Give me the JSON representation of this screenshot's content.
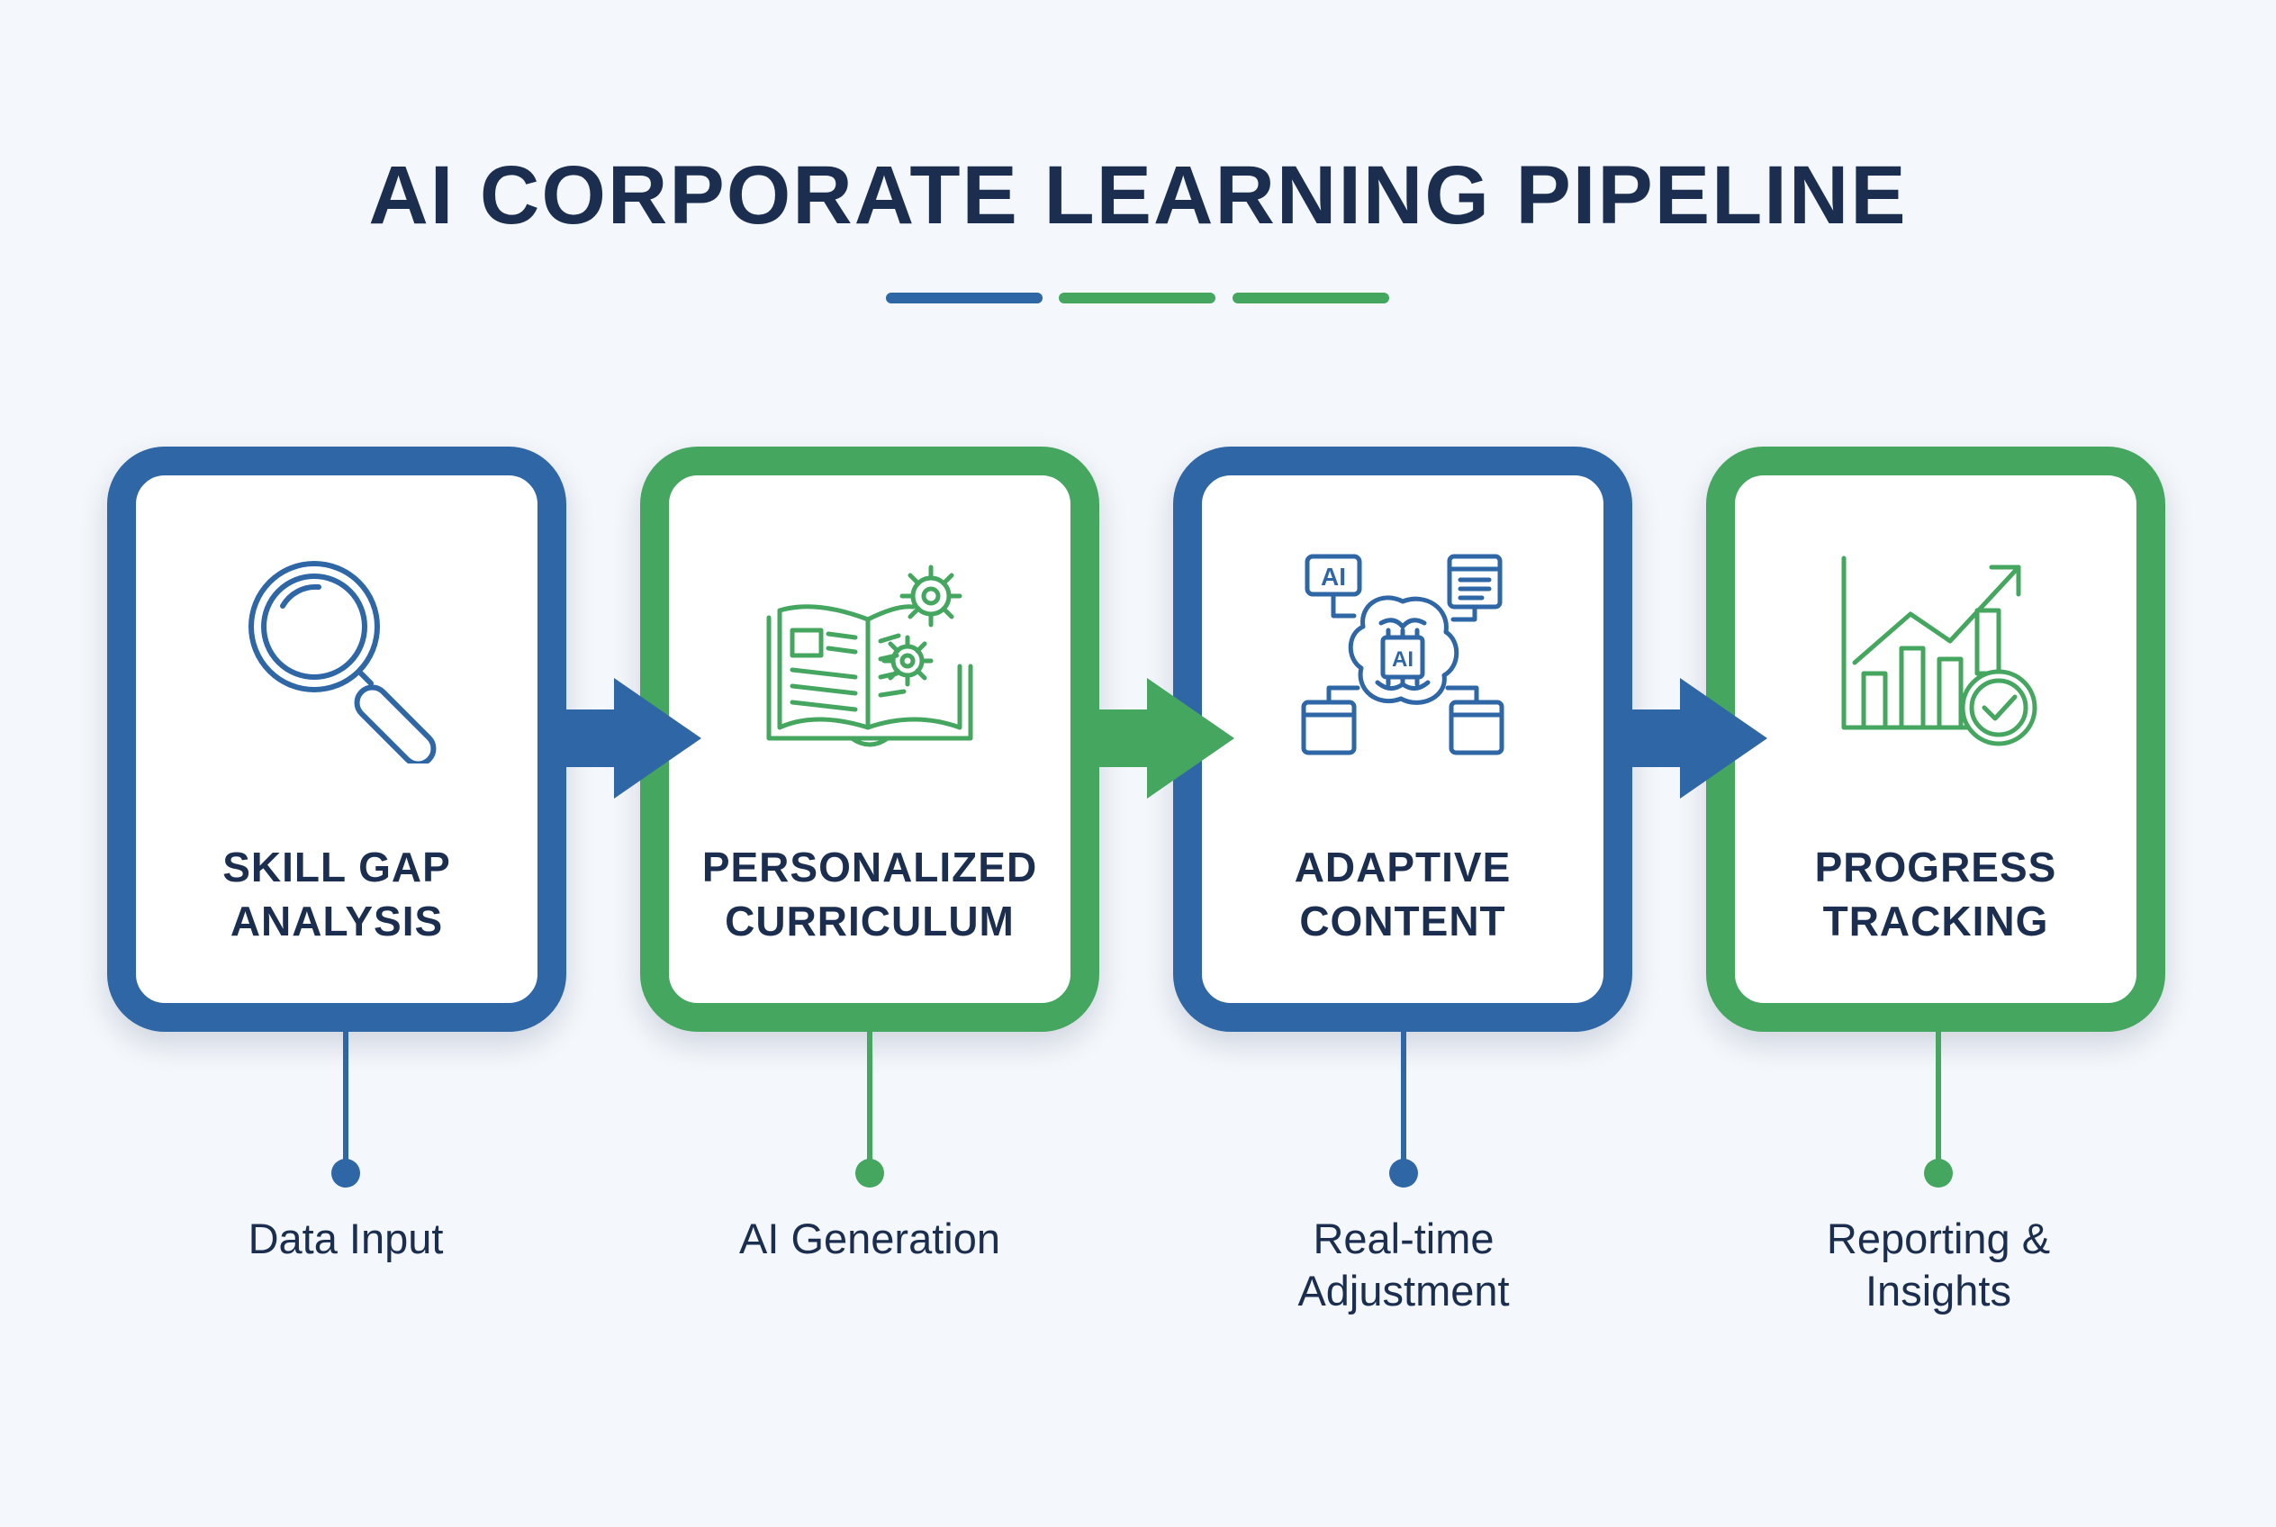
{
  "title": "AI CORPORATE LEARNING PIPELINE",
  "colors": {
    "blue": "#2e66a6",
    "green": "#45a65f",
    "navy": "#1b2e4f",
    "background": "#f4f7fb"
  },
  "stages": [
    {
      "title_lines": [
        "SKILL GAP",
        "ANALYSIS"
      ],
      "icon": "magnifying-glass-icon",
      "color": "blue",
      "caption_lines": [
        "Data Input"
      ]
    },
    {
      "title_lines": [
        "PERSONALIZED",
        "CURRICULUM"
      ],
      "icon": "book-gears-icon",
      "color": "green",
      "caption_lines": [
        "AI Generation"
      ]
    },
    {
      "title_lines": [
        "ADAPTIVE",
        "CONTENT"
      ],
      "icon": "ai-brain-network-icon",
      "color": "blue",
      "caption_lines": [
        "Real-time",
        "Adjustment"
      ]
    },
    {
      "title_lines": [
        "PROGRESS",
        "TRACKING"
      ],
      "icon": "bar-chart-check-icon",
      "color": "green",
      "caption_lines": [
        "Reporting &",
        "Insights"
      ]
    }
  ]
}
